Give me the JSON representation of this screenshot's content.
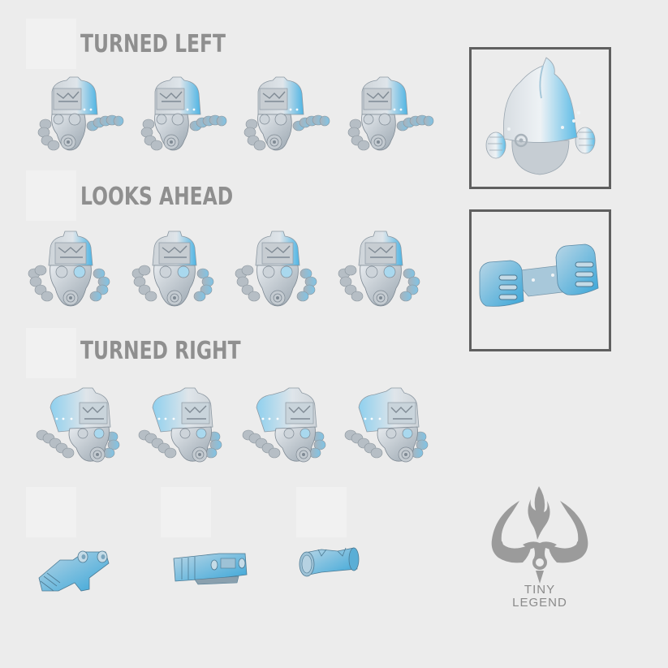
{
  "sections": [
    {
      "label": "TURNED LEFT",
      "variant": "left",
      "count": 4
    },
    {
      "label": "LOOKS AHEAD",
      "variant": "ahead",
      "count": 4
    },
    {
      "label": "TURNED RIGHT",
      "variant": "right",
      "count": 4
    }
  ],
  "sidebar_views": [
    {
      "name": "helmet-back-view"
    },
    {
      "name": "rebreather-pack-part"
    }
  ],
  "bottom_parts": [
    {
      "name": "angled-canister-part"
    },
    {
      "name": "flat-canister-part"
    },
    {
      "name": "cylinder-canister-part"
    }
  ],
  "logo": {
    "line1": "TINY",
    "line2": "LEGEND"
  },
  "colors": {
    "background": "#ececec",
    "label": "#8f8f8f",
    "frame": "#5f5f5f",
    "model_gray": "#c9d0d6",
    "model_blue": "#4fb3e0"
  }
}
